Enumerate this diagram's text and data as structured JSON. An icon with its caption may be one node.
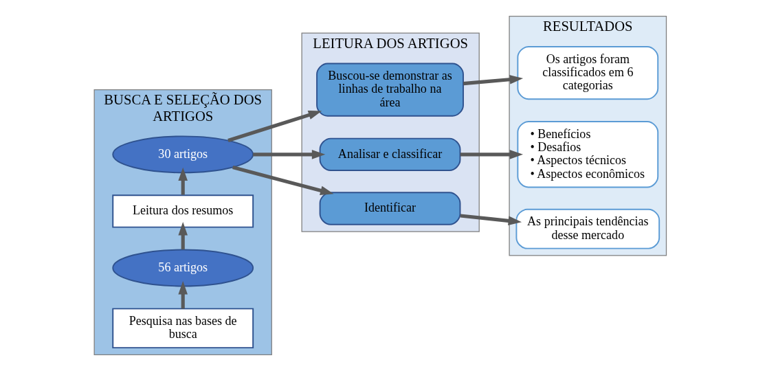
{
  "diagram": {
    "nodes": [
      {
        "text": [
          "BUSCA E SELEÇÃO DOS ARTIGOS"
        ]
      },
      {
        "text": [
          "Pesquisa nas bases de busca"
        ],
        "in": 0
      },
      {
        "text": [
          "56 artigos"
        ],
        "in": 0
      },
      {
        "text": [
          "Leitura dos resumos"
        ],
        "in": 0
      },
      {
        "text": [
          "30 artigos"
        ],
        "in": 0
      },
      {
        "text": [
          "LEITURA DOS ARTIGOS"
        ]
      },
      {
        "text": [
          "Buscou-se demonstrar as linhas de trabalho na área"
        ],
        "in": 5
      },
      {
        "text": [
          "Analisar e classificar"
        ],
        "in": 5
      },
      {
        "text": [
          "Identificar"
        ],
        "in": 5
      },
      {
        "text": [
          "RESULTADOS"
        ]
      },
      {
        "text": [
          "Os artigos foram classificados em 6 categorias"
        ],
        "in": 9
      },
      {
        "text": [
          "• Benefícios",
          "• Desafios",
          "• Aspectos técnicos",
          "• Aspectos econômicos"
        ],
        "in": 9
      },
      {
        "text": [
          "As principais tendências desse mercado"
        ],
        "in": 9
      }
    ],
    "edges": [
      {
        "from": 1,
        "to": 2,
        "arrow": "to"
      },
      {
        "from": 2,
        "to": 3,
        "arrow": "to"
      },
      {
        "from": 3,
        "to": 4,
        "arrow": "to"
      },
      {
        "from": 4,
        "to": 6,
        "arrow": "to"
      },
      {
        "from": 4,
        "to": 7,
        "arrow": "to"
      },
      {
        "from": 4,
        "to": 8,
        "arrow": "to"
      },
      {
        "from": 6,
        "to": 10,
        "arrow": "to"
      },
      {
        "from": 7,
        "to": 11,
        "arrow": "to"
      },
      {
        "from": 8,
        "to": 12,
        "arrow": "to"
      }
    ]
  }
}
